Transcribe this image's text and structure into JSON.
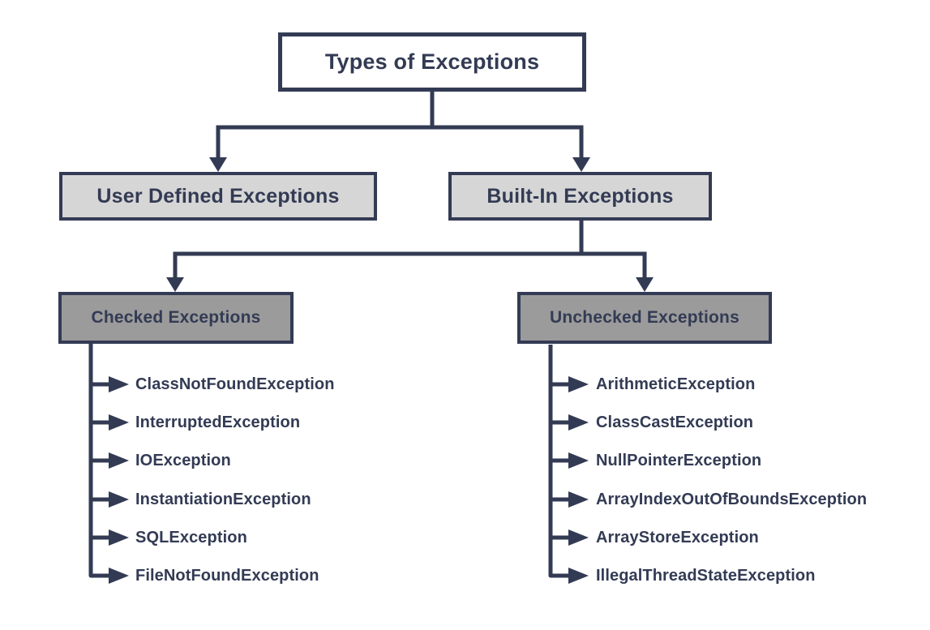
{
  "diagram": {
    "root": {
      "label": "Types of Exceptions"
    },
    "level2": [
      {
        "label": "User Defined Exceptions"
      },
      {
        "label": "Built-In Exceptions"
      }
    ],
    "level3": [
      {
        "label": "Checked Exceptions"
      },
      {
        "label": "Unchecked Exceptions"
      }
    ],
    "checked_items": [
      "ClassNotFoundException",
      "InterruptedException",
      "IOException",
      "InstantiationException",
      "SQLException",
      "FileNotFoundException"
    ],
    "unchecked_items": [
      "ArithmeticException",
      "ClassCastException",
      "NullPointerException",
      "ArrayIndexOutOfBoundsException",
      "ArrayStoreException",
      "IllegalThreadStateException"
    ],
    "colors": {
      "line": "#333B54",
      "text": "#333B54",
      "root_fill": "#FFFFFF",
      "level2_fill": "#D6D6D6",
      "level3_fill": "#9B9B9B",
      "background": "#FFFFFF"
    }
  }
}
